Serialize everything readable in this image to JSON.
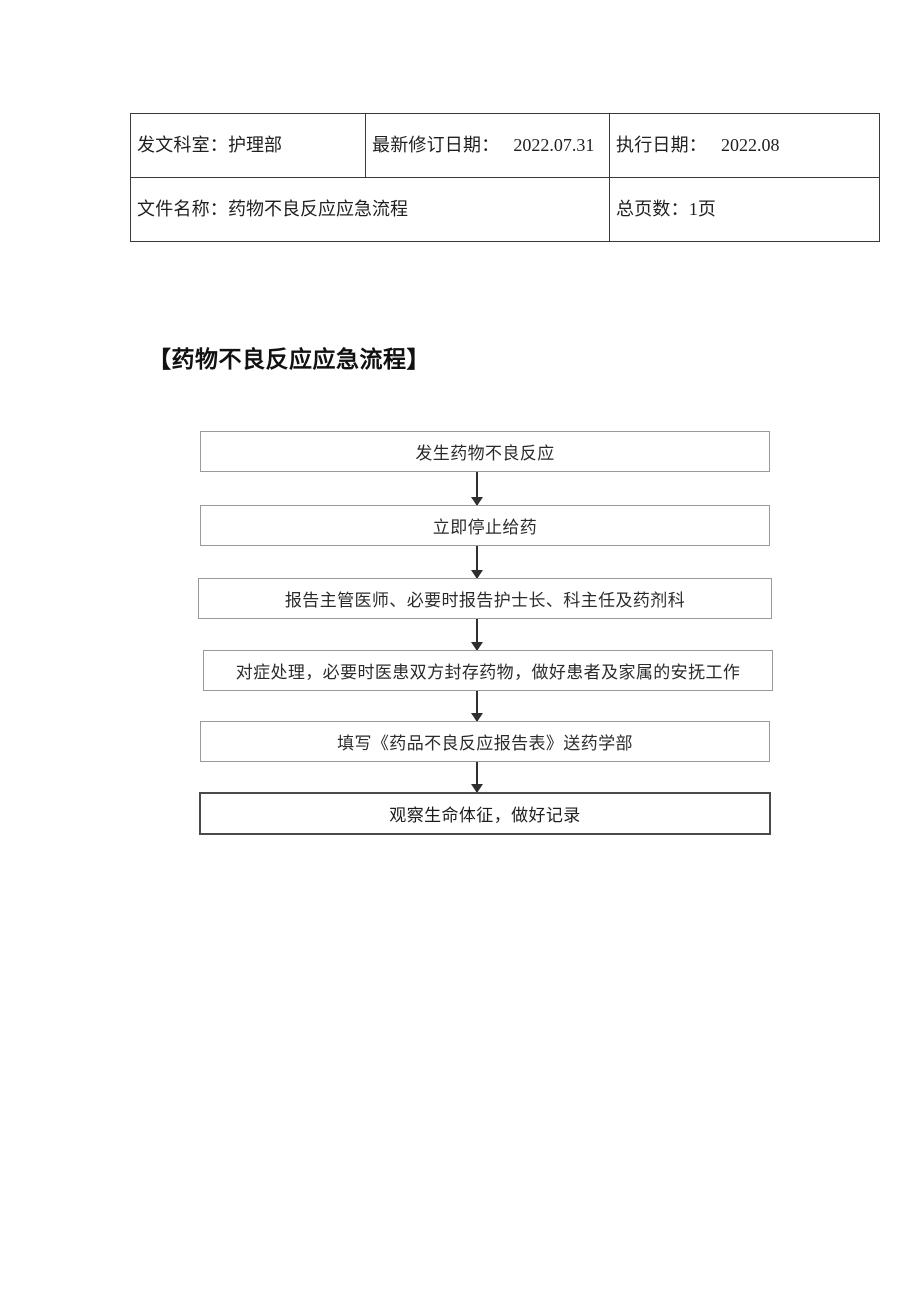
{
  "document": {
    "title": "【药物不良反应应急流程】"
  },
  "meta_table": {
    "rows": [
      {
        "cells": [
          {
            "label": "发文科室：",
            "value": "护理部"
          },
          {
            "label": "最新修订日期：",
            "value": "2022.07.31"
          },
          {
            "label": "执行日期：",
            "value": "2022.08"
          }
        ]
      },
      {
        "cells": [
          {
            "label": "文件名称：",
            "value": "药物不良反应应急流程"
          },
          {
            "label": "总页数：",
            "value": "1页"
          }
        ]
      }
    ]
  },
  "flowchart": {
    "steps": [
      {
        "id": "step-1",
        "text": "发生药物不良反应",
        "emphasis": false
      },
      {
        "id": "step-2",
        "text": "立即停止给药",
        "emphasis": false
      },
      {
        "id": "step-3",
        "text": "报告主管医师、必要时报告护士长、科主任及药剂科",
        "emphasis": false
      },
      {
        "id": "step-4",
        "text": "对症处理，必要时医患双方封存药物，做好患者及家属的安抚工作",
        "emphasis": false
      },
      {
        "id": "step-5",
        "text": "填写《药品不良反应报告表》送药学部",
        "emphasis": false
      },
      {
        "id": "step-6",
        "text": "观察生命体征，做好记录",
        "emphasis": true
      }
    ],
    "connectors": 5
  },
  "colors": {
    "box_border": "#9a9a9a",
    "box_border_emphasis": "#4a4a4a",
    "table_border": "#3a3a3a",
    "arrow": "#2f2f2f",
    "text": "#2b2b2b",
    "background": "#ffffff"
  }
}
